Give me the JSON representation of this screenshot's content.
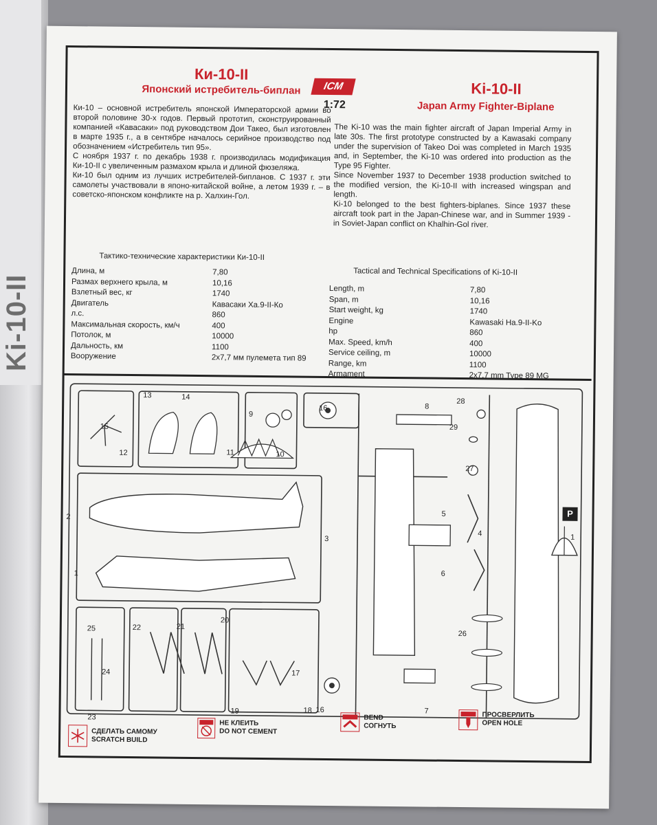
{
  "box_spine": "Ki-10-II",
  "header": {
    "title_ru": "Ки-10-II",
    "subtitle_ru": "Японский истребитель-биплан",
    "logo": "ICM",
    "scale": "1:72",
    "title_en": "Ki-10-II",
    "subtitle_en": "Japan Army Fighter-Biplane"
  },
  "text_ru": "Ки-10 – основной истребитель японской Императорской армии во второй половине 30-х годов. Первый прототип, сконструированный компанией «Кавасаки» под руководством Дои Такео, был изготовлен в марте 1935 г., а в сентябре началось серийное производство под обозначением «Истребитель тип 95».\n    С ноября 1937 г. по декабрь 1938 г. производилась модификация Ки-10-II с увеличенным размахом крыла и длиной фюзеляжа.\n    Ки-10 был одним из лучших истребителей-бипланов. С 1937 г. эти самолеты участвовали в японо-китайской войне, а летом 1939 г. – в советско-японском конфликте на р. Халхин-Гол.",
  "text_en": "The Ki-10 was the main fighter aircraft of Japan Imperial Army in late 30s. The first prototype constructed by a Kawasaki company under the supervision of Takeo Doi was completed in March 1935 and, in September, the Ki-10 was ordered into production as the Type 95 Fighter.\n    Since November 1937 to December 1938 production switched to the modified version, the Ki-10-II with increased wingspan and length.\n    Ki-10 belonged to the best fighters-biplanes. Since 1937 these aircraft took part in the Japan-Chinese war, and in Summer 1939 - in Soviet-Japan conflict on Khalhin-Gol river.",
  "specs_ru": {
    "title": "Тактико-технические характеристики Ки-10-II",
    "rows": [
      {
        "label": "Длина, м",
        "value": "7,80"
      },
      {
        "label": "Размах верхнего крыла, м",
        "value": "10,16"
      },
      {
        "label": "Взлетный вес, кг",
        "value": "1740"
      },
      {
        "label": "Двигатель",
        "value": "Кавасаки Ха.9-II-Ко"
      },
      {
        "label": "л.с.",
        "value": "860"
      },
      {
        "label": "Максимальная скорость, км/ч",
        "value": "400"
      },
      {
        "label": "Потолок, м",
        "value": "10000"
      },
      {
        "label": "Дальность, км",
        "value": "1100"
      },
      {
        "label": "Вооружение",
        "value": "2х7,7 мм пулемета тип 89"
      }
    ]
  },
  "specs_en": {
    "title": "Tactical and Technical Specifications of Ki-10-II",
    "rows": [
      {
        "label": "Length, m",
        "value": "7,80"
      },
      {
        "label": "Span, m",
        "value": "10,16"
      },
      {
        "label": "Start weight, kg",
        "value": "1740"
      },
      {
        "label": "Engine",
        "value": "Kawasaki Ha.9-II-Ko"
      },
      {
        "label": "hp",
        "value": "860"
      },
      {
        "label": "Max. Speed, km/h",
        "value": "400"
      },
      {
        "label": "Service ceiling, m",
        "value": "10000"
      },
      {
        "label": "Range, km",
        "value": "1100"
      },
      {
        "label": "Armament",
        "value": "2x7,7 mm Type 89 MG"
      }
    ]
  },
  "parts": [
    "1",
    "2",
    "3",
    "4",
    "5",
    "6",
    "7",
    "8",
    "9",
    "10",
    "11",
    "12",
    "13",
    "14",
    "15",
    "16",
    "16",
    "17",
    "18",
    "19",
    "20",
    "21",
    "22",
    "23",
    "24",
    "25",
    "26",
    "27",
    "28",
    "29"
  ],
  "sprue_letter": "P",
  "sprue_p_part": "1",
  "legend": [
    {
      "icon": "scratch-build-icon",
      "text": "СДЕЛАТЬ САМОМУ\nSCRATCH BUILD"
    },
    {
      "icon": "do-not-cement-icon",
      "text": "НЕ КЛЕИТЬ\nDO NOT CEMENT"
    },
    {
      "icon": "bend-icon",
      "text": "BEND\nСОГНУТЬ"
    },
    {
      "icon": "drill-hole-icon",
      "text": "ПРОСВЕРЛИТЬ\nOPEN HOLE"
    }
  ]
}
